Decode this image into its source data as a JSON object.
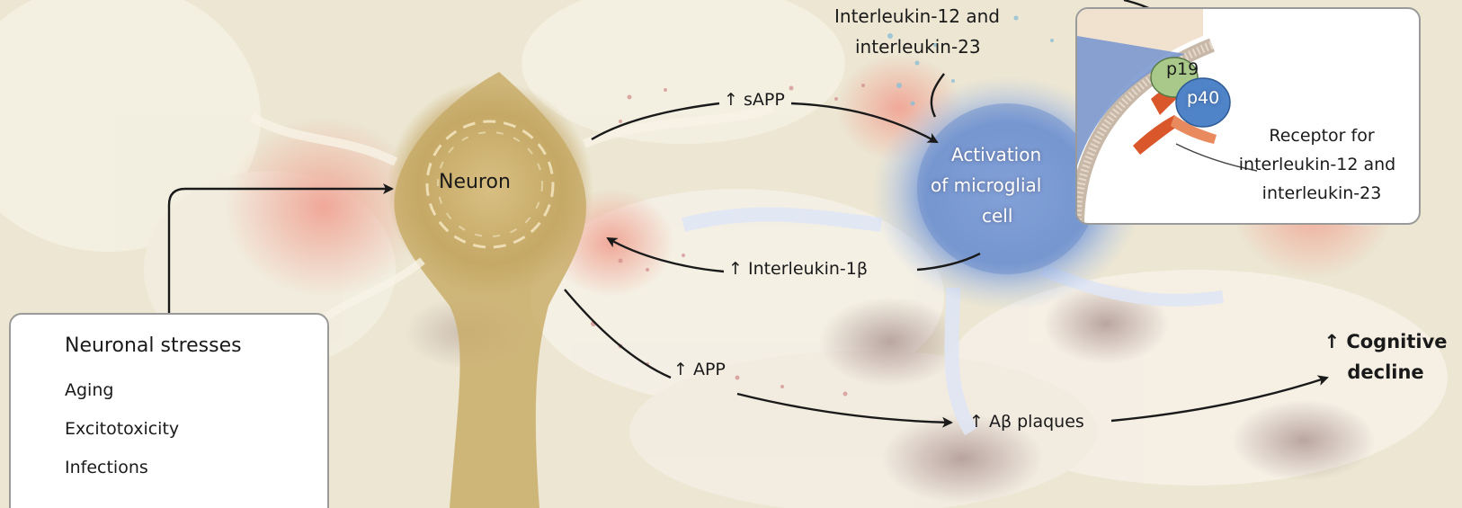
{
  "labels": {
    "neuron": "Neuron",
    "microglia_line1": "Activation",
    "microglia_line2": "of microglial",
    "microglia_line3": "cell",
    "cytokines_line1": "Interleukin-12 and",
    "cytokines_line2": "interleukin-23",
    "sapp": "↑ sAPP",
    "il1b": "↑ Interleukin-1β",
    "app": "↑ APP",
    "abeta": "↑ Aβ plaques",
    "cognitive_line1": "↑ Cognitive",
    "cognitive_line2": "decline"
  },
  "inset": {
    "p19": "p19",
    "p40": "p40",
    "receptor_line1": "Receptor for",
    "receptor_line2": "interleukin-12 and",
    "receptor_line3": "interleukin-23"
  },
  "stress_panel": {
    "title": "Neuronal stresses",
    "items": [
      "Aging",
      "Excitotoxicity",
      "Infections"
    ]
  },
  "colors": {
    "background": "#efe9d6",
    "neuron": "#c9ad6a",
    "microglia": "#7f9fd6",
    "p19": "#a8c98a",
    "p40": "#4f84c8",
    "receptor": "#d9572a",
    "arrow": "#1a1a1a"
  }
}
